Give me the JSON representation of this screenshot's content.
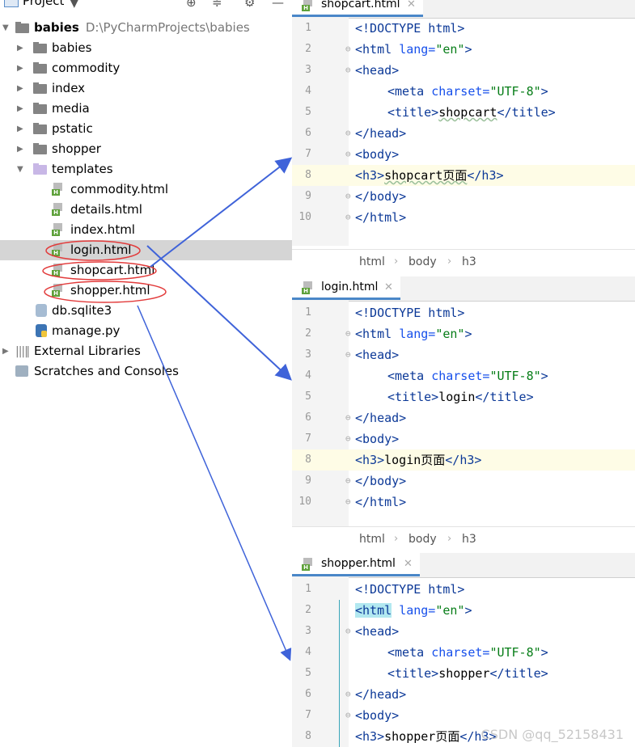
{
  "project_panel": {
    "title": "Project",
    "header_icons": [
      "target-icon",
      "collapse-icon",
      "gear-icon",
      "minimize-icon"
    ],
    "tree": [
      {
        "label": "babies",
        "path": "D:\\PyCharmProjects\\babies",
        "type": "folder",
        "bold": true,
        "expanded": true
      },
      {
        "label": "babies",
        "type": "folder"
      },
      {
        "label": "commodity",
        "type": "folder"
      },
      {
        "label": "index",
        "type": "folder"
      },
      {
        "label": "media",
        "type": "folder"
      },
      {
        "label": "pstatic",
        "type": "folder"
      },
      {
        "label": "shopper",
        "type": "folder"
      },
      {
        "label": "templates",
        "type": "folder-templates",
        "expanded": true
      },
      {
        "label": "commodity.html",
        "type": "html"
      },
      {
        "label": "details.html",
        "type": "html"
      },
      {
        "label": "index.html",
        "type": "html"
      },
      {
        "label": "login.html",
        "type": "html",
        "selected": true
      },
      {
        "label": "shopcart.html",
        "type": "html"
      },
      {
        "label": "shopper.html",
        "type": "html"
      },
      {
        "label": "db.sqlite3",
        "type": "db"
      },
      {
        "label": "manage.py",
        "type": "python"
      },
      {
        "label": "External Libraries",
        "type": "libraries"
      },
      {
        "label": "Scratches and Consoles",
        "type": "scratches"
      }
    ]
  },
  "editors": [
    {
      "tab": "shopcart.html",
      "title_text": "shopcart",
      "h3_text": "shopcart页面",
      "line_numbers": [
        "1",
        "2",
        "3",
        "4",
        "5",
        "6",
        "7",
        "8",
        "9",
        "10"
      ],
      "breadcrumb": [
        "html",
        "body",
        "h3"
      ]
    },
    {
      "tab": "login.html",
      "title_text": "login",
      "h3_text": "login页面",
      "line_numbers": [
        "1",
        "2",
        "3",
        "4",
        "5",
        "6",
        "7",
        "8",
        "9",
        "10"
      ],
      "breadcrumb": [
        "html",
        "body",
        "h3"
      ]
    },
    {
      "tab": "shopper.html",
      "title_text": "shopper",
      "h3_text": "shopper页面",
      "line_numbers": [
        "1",
        "2",
        "3",
        "4",
        "5",
        "6",
        "7",
        "8"
      ]
    }
  ],
  "code": {
    "doctype": "<!DOCTYPE html>",
    "html_open_tag": "<html",
    "lang_attr": "lang=",
    "lang_val": "\"en\"",
    "head_open": "<head>",
    "meta_tag": "<meta",
    "charset_attr": "charset=",
    "charset_val": "\"UTF-8\"",
    "title_open": "<title>",
    "title_close": "</title>",
    "head_close": "</head>",
    "body_open": "<body>",
    "h3_open": "<h3>",
    "h3_close": "</h3>",
    "body_close": "</body>",
    "html_close": "</html>",
    "tag_close": ">"
  },
  "watermark": "CSDN @qq_52158431",
  "colors": {
    "arrow": "#3f63d9",
    "annotation_circle": "#e23b3b",
    "selected_row": "#d5d5d5",
    "tab_underline": "#4a87c8"
  }
}
